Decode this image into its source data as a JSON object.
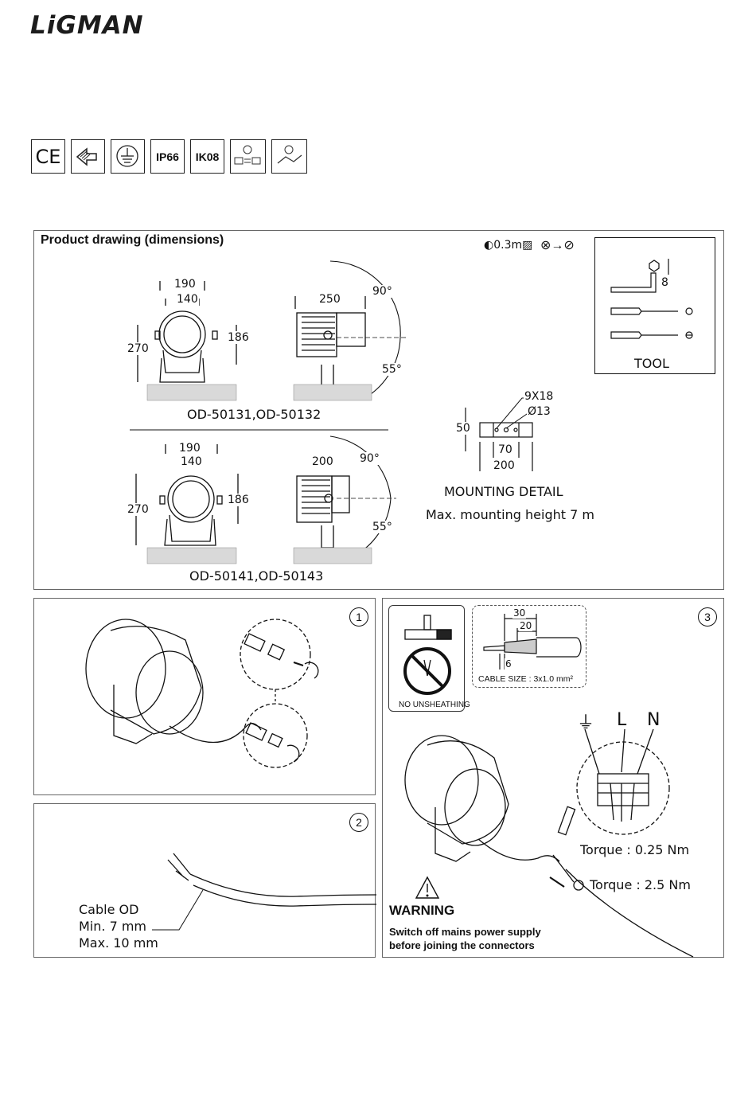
{
  "brand": {
    "logo_text": "LiGMAN"
  },
  "certifications": [
    {
      "name": "ce-mark",
      "label": "CE"
    },
    {
      "name": "weee-mark",
      "label": ""
    },
    {
      "name": "earth-mark",
      "label": ""
    },
    {
      "name": "ip-rating",
      "label": "IP66"
    },
    {
      "name": "ik-rating",
      "label": "IK08"
    },
    {
      "name": "replaceable-light-source",
      "label": ""
    },
    {
      "name": "replaceable-control-gear",
      "label": ""
    }
  ],
  "drawing": {
    "title": "Product drawing (dimensions)",
    "distance": "0.3m",
    "top_model": {
      "caption": "OD-50131,OD-50132",
      "width_outer": "190",
      "width_inner": "140",
      "height": "270",
      "body": "186",
      "depth": "250",
      "tilt_up": "90°",
      "tilt_down": "55°"
    },
    "bottom_model": {
      "caption": "OD-50141,OD-50143",
      "width_outer": "190",
      "width_inner": "140",
      "height": "270",
      "body": "186",
      "depth": "200",
      "tilt_up": "90°",
      "tilt_down": "55°"
    },
    "tool": {
      "label": "TOOL",
      "hex_size": "8"
    },
    "mounting": {
      "slot": "9X18",
      "hole": "Ø13",
      "height": "50",
      "spacing": "70",
      "length": "200",
      "title": "MOUNTING DETAIL",
      "max_height": "Max. mounting height 7 m"
    }
  },
  "step1": {
    "number": "1"
  },
  "step2": {
    "number": "2",
    "line1": "Cable OD",
    "line2": "Min. 7 mm",
    "line3": "Max. 10 mm"
  },
  "step3": {
    "number": "3",
    "no_unsheathing": "NO UNSHEATHING",
    "strip_30": "30",
    "strip_20": "20",
    "strip_6": "6",
    "cable_size": "CABLE SIZE : 3x1.0 mm²",
    "earth": "⏚",
    "live": "L",
    "neutral": "N",
    "torque1": "Torque : 0.25 Nm",
    "torque2": "Torque : 2.5 Nm",
    "warning_title": "WARNING",
    "warning_line1": "Switch off mains power supply",
    "warning_line2": "before joining the connectors"
  }
}
